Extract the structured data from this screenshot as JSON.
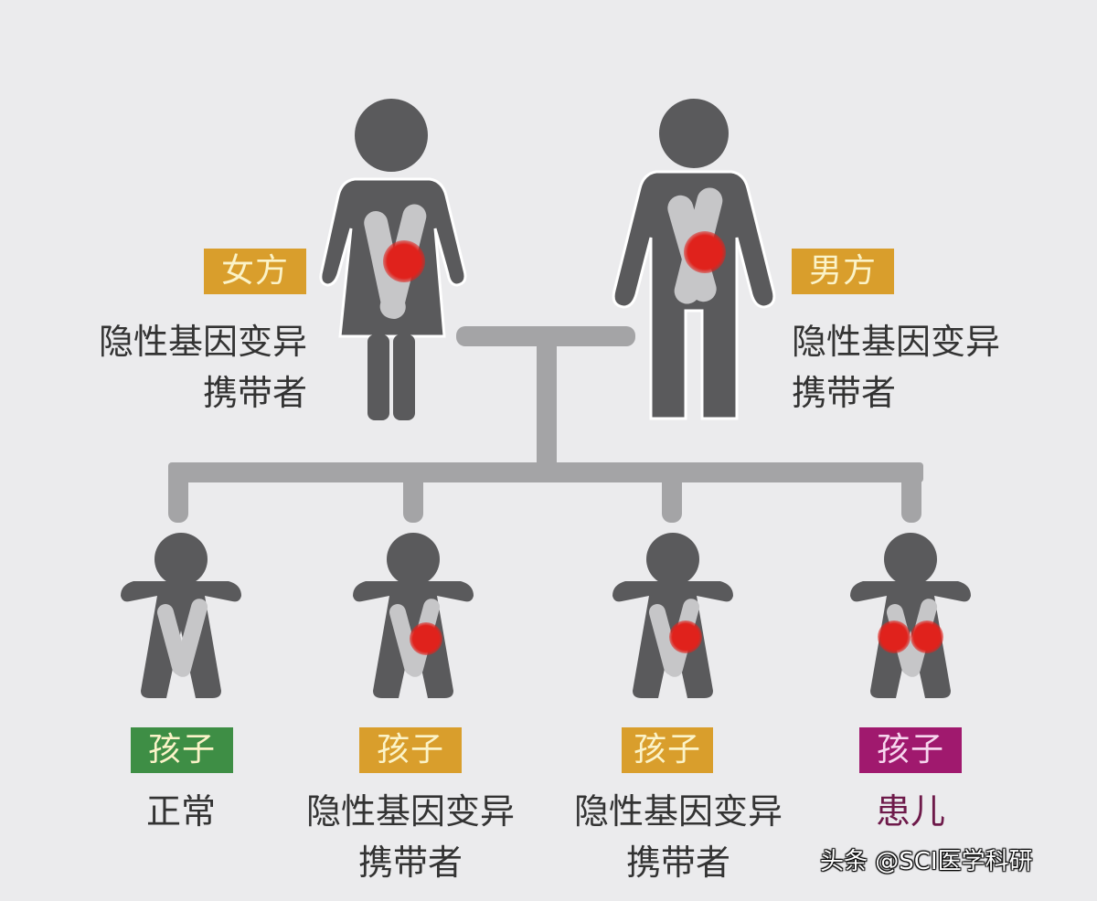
{
  "colors": {
    "background": "#ebebed",
    "figure": "#5a5a5c",
    "chromosome": "#c6c6c8",
    "mutation": "#e0221c",
    "connector": "#a4a4a6",
    "badge_carrier": "#d99e2c",
    "badge_normal": "#3e8e45",
    "badge_affected": "#a0196e",
    "text": "#333333",
    "text_affected": "#6e1a4a"
  },
  "parents": {
    "mother": {
      "badge": "女方",
      "status_line1": "隐性基因变异",
      "status_line2": "携带者"
    },
    "father": {
      "badge": "男方",
      "status_line1": "隐性基因变异",
      "status_line2": "携带者"
    }
  },
  "children": [
    {
      "badge": "孩子",
      "status_line1": "正常",
      "status_line2": "",
      "mutations": 0,
      "type": "normal"
    },
    {
      "badge": "孩子",
      "status_line1": "隐性基因变异",
      "status_line2": "携带者",
      "mutations": 1,
      "type": "carrier"
    },
    {
      "badge": "孩子",
      "status_line1": "隐性基因变异",
      "status_line2": "携带者",
      "mutations": 1,
      "type": "carrier"
    },
    {
      "badge": "孩子",
      "status_line1": "患儿",
      "status_line2": "",
      "mutations": 2,
      "type": "affected"
    }
  ],
  "watermark": "头条 @SCI医学科研"
}
